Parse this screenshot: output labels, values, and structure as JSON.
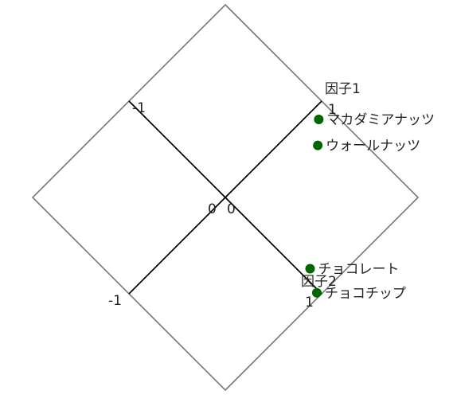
{
  "chart_data": {
    "type": "scatter",
    "title": "",
    "orientation": "rotated 45 degrees (diamond)",
    "grid": false,
    "legend": "none",
    "axes": {
      "x": {
        "label": "因子1",
        "range": [
          -1,
          1
        ],
        "ticks": [
          "-1",
          "0",
          "1"
        ]
      },
      "y": {
        "label": "因子2",
        "range": [
          -1,
          1
        ],
        "ticks": [
          "-1",
          "0",
          "1"
        ]
      }
    },
    "points": [
      {
        "label": "チョコチップ",
        "x": -0.02,
        "y": 0.97
      },
      {
        "label": "チョコレート",
        "x": 0.07,
        "y": 0.81
      },
      {
        "label": "ウォールナッツ",
        "x": 0.75,
        "y": 0.21
      },
      {
        "label": "マカダミアナッツ",
        "x": 0.89,
        "y": 0.08
      }
    ],
    "colors": {
      "points": "#006600",
      "frame": "#777777",
      "axes": "#000000"
    }
  }
}
